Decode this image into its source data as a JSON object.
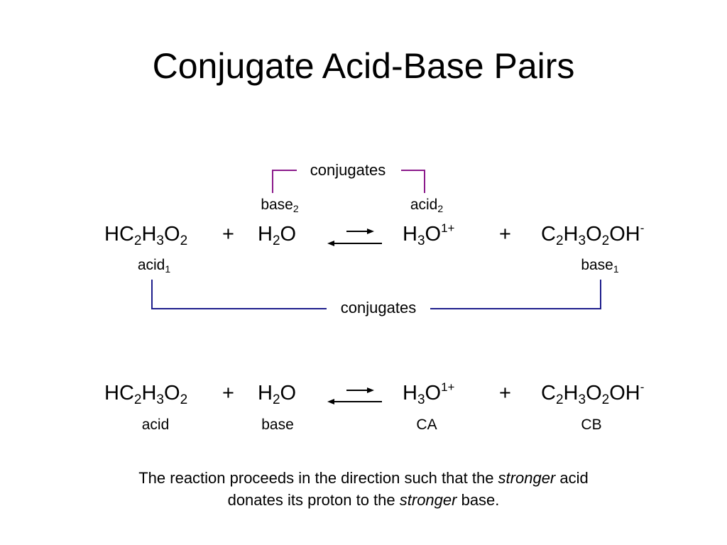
{
  "title": "Conjugate Acid-Base Pairs",
  "colors": {
    "top_bracket": "#8B1A8B",
    "bottom_bracket": "#1E1E8C",
    "arrows": "#000000"
  },
  "equation_1": {
    "reactant1": {
      "p1": "HC",
      "s1": "2",
      "p2": "H",
      "s2": "3",
      "p3": "O",
      "s3": "2"
    },
    "plus1": "+",
    "reactant2": {
      "p1": "H",
      "s1": "2",
      "p2": "O"
    },
    "product1": {
      "p1": "H",
      "s1": "3",
      "p2": "O",
      "sup": "1+"
    },
    "plus2": "+",
    "product2": {
      "p1": "C",
      "s1": "2",
      "p2": "H",
      "s2": "3",
      "p3": "O",
      "s3": "2",
      "p4": "OH",
      "sup": "-"
    },
    "labels": {
      "base2": {
        "text": "base",
        "sub": "2"
      },
      "acid2": {
        "text": "acid",
        "sub": "2"
      },
      "acid1": {
        "text": "acid",
        "sub": "1"
      },
      "base1": {
        "text": "base",
        "sub": "1"
      }
    },
    "top_bracket_label": "conjugates",
    "bottom_bracket_label": "conjugates"
  },
  "equation_2": {
    "reactant1": {
      "p1": "HC",
      "s1": "2",
      "p2": "H",
      "s2": "3",
      "p3": "O",
      "s3": "2"
    },
    "plus1": "+",
    "reactant2": {
      "p1": "H",
      "s1": "2",
      "p2": "O"
    },
    "product1": {
      "p1": "H",
      "s1": "3",
      "p2": "O",
      "sup": "1+"
    },
    "plus2": "+",
    "product2": {
      "p1": "C",
      "s1": "2",
      "p2": "H",
      "s2": "3",
      "p3": "O",
      "s3": "2",
      "p4": "OH",
      "sup": "-"
    },
    "labels": {
      "acid": "acid",
      "base": "base",
      "ca": "CA",
      "cb": "CB"
    }
  },
  "footnote": {
    "line1_a": "The reaction proceeds in the direction such that the ",
    "line1_em": "stronger",
    "line1_b": " acid",
    "line2_a": "donates its proton to the ",
    "line2_em": "stronger",
    "line2_b": " base."
  }
}
